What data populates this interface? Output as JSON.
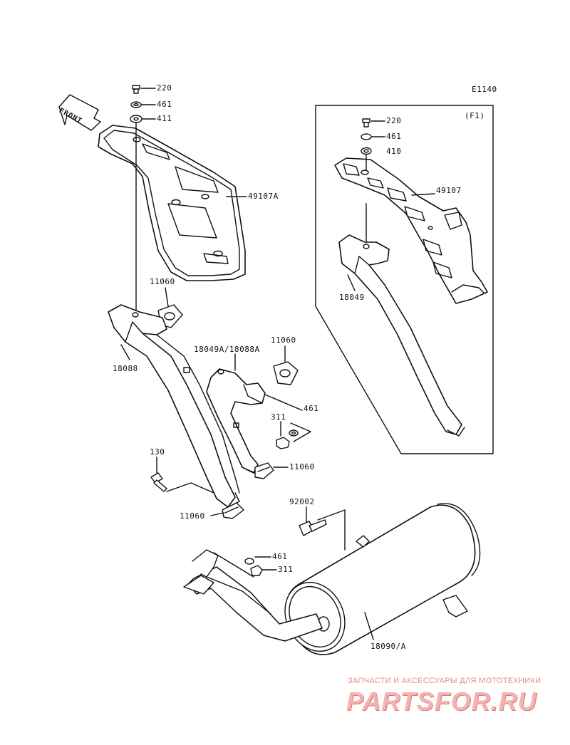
{
  "diagram_code": "E1140",
  "variant_label": "(F1)",
  "front_label": "FRONT",
  "parts": {
    "p220_main": "220",
    "p461_main": "461",
    "p411": "411",
    "p49107A": "49107A",
    "p11060_top": "11060",
    "p18088": "18088",
    "p18049A_18088A": "18049A/18088A",
    "p11060_mid": "11060",
    "p461_mid": "461",
    "p311_mid": "311",
    "p11060_lower": "11060",
    "p130": "130",
    "p11060_bottom": "11060",
    "p92002": "92002",
    "p461_lower": "461",
    "p311_lower": "311",
    "p18090A": "18090/A",
    "p220_f1": "220",
    "p461_f1": "461",
    "p410": "410",
    "p49107": "49107",
    "p18049": "18049"
  },
  "watermark": {
    "subtitle": "ЗАПЧАСТИ И АКСЕССУАРЫ ДЛЯ МОТОТЕХНИКИ",
    "brand": "PARTSFOR.RU"
  }
}
